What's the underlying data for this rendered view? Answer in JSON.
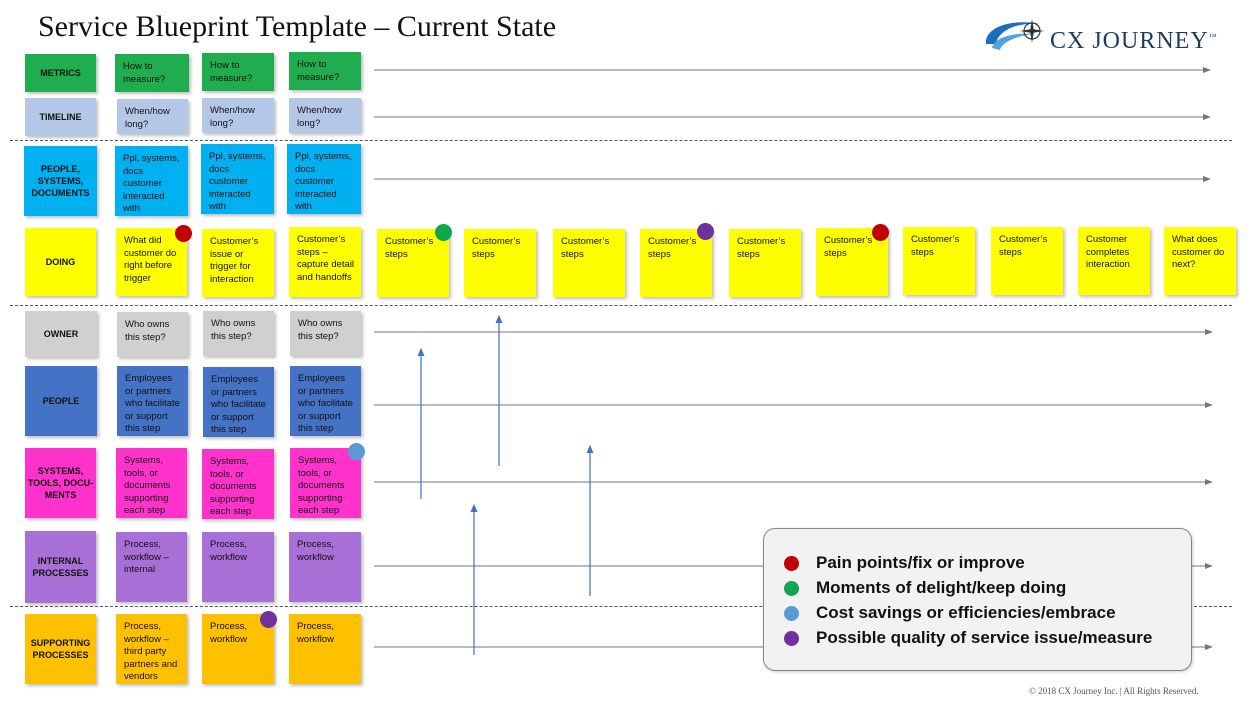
{
  "title": "Service Blueprint Template – Current State",
  "logo": {
    "text": "CX JOURNEY",
    "tm": "™",
    "icon": "compass-swoosh-icon"
  },
  "copyright": "© 2018 CX Journey Inc. | All Rights Reserved.",
  "colors": {
    "metrics": "#1fad4f",
    "timeline": "#b4c7e7",
    "people_systems": "#00b0f0",
    "doing": "#ffff00",
    "owner": "#d0d0d0",
    "people": "#4472c4",
    "systems": "#ff33cc",
    "internal": "#a86fd6",
    "supporting": "#ffc000",
    "pain": "#c00000",
    "delight": "#12a550",
    "cost": "#5b9bd5",
    "quality": "#7030a0",
    "line": "#777777",
    "arrow": "#4472c4"
  },
  "rows": [
    {
      "label": "METRICS",
      "notes": [
        "How to measure?",
        "How to measure?",
        "How to measure?"
      ]
    },
    {
      "label": "TIMELINE",
      "notes": [
        "When/how long?",
        "When/how long?",
        "When/how long?"
      ]
    },
    {
      "label": "PEOPLE, SYSTEMS, DOCUMENTS",
      "notes": [
        "Ppl, systems, docs customer interacted with",
        "Ppl, systems, docs customer interacted with",
        "Ppl, systems, docs customer interacted with"
      ]
    },
    {
      "label": "DOING",
      "notes": [
        "What did customer do right before trigger",
        "Customer’s issue or trigger for interaction",
        "Customer’s steps – capture detail and handoffs",
        "Customer’s steps",
        "Customer’s steps",
        "Customer’s steps",
        "Customer’s steps",
        "Customer’s steps",
        "Customer’s steps",
        "Customer’s steps",
        "Customer’s steps",
        "Customer completes interaction",
        "What does customer do next?"
      ]
    },
    {
      "label": "OWNER",
      "notes": [
        "Who owns this step?",
        "Who owns this step?",
        "Who owns this step?"
      ]
    },
    {
      "label": "PEOPLE",
      "notes": [
        "Employees or partners who facilitate or support this step",
        "Employees or partners who facilitate or support this step",
        "Employees or partners who facilitate or support this step"
      ]
    },
    {
      "label": "SYSTEMS, TOOLS, DOCU-MENTS",
      "notes": [
        "Systems, tools, or documents supporting each step",
        "Systems, tools, or documents supporting each step",
        "Systems, tools, or documents supporting each step"
      ]
    },
    {
      "label": "INTERNAL PROCESSES",
      "notes": [
        "Process, workflow – internal",
        "Process, workflow",
        "Process, workflow"
      ]
    },
    {
      "label": "SUPPORTING PROCESSES",
      "notes": [
        "Process, workflow – third party partners and vendors",
        "Process, workflow",
        "Process, workflow"
      ]
    }
  ],
  "legend": [
    {
      "type": "pain",
      "text": "Pain points/fix or improve"
    },
    {
      "type": "delight",
      "text": "Moments of delight/keep doing"
    },
    {
      "type": "cost",
      "text": "Cost savings or efficiencies/embrace"
    },
    {
      "type": "quality",
      "text": "Possible quality of service issue/measure"
    }
  ]
}
